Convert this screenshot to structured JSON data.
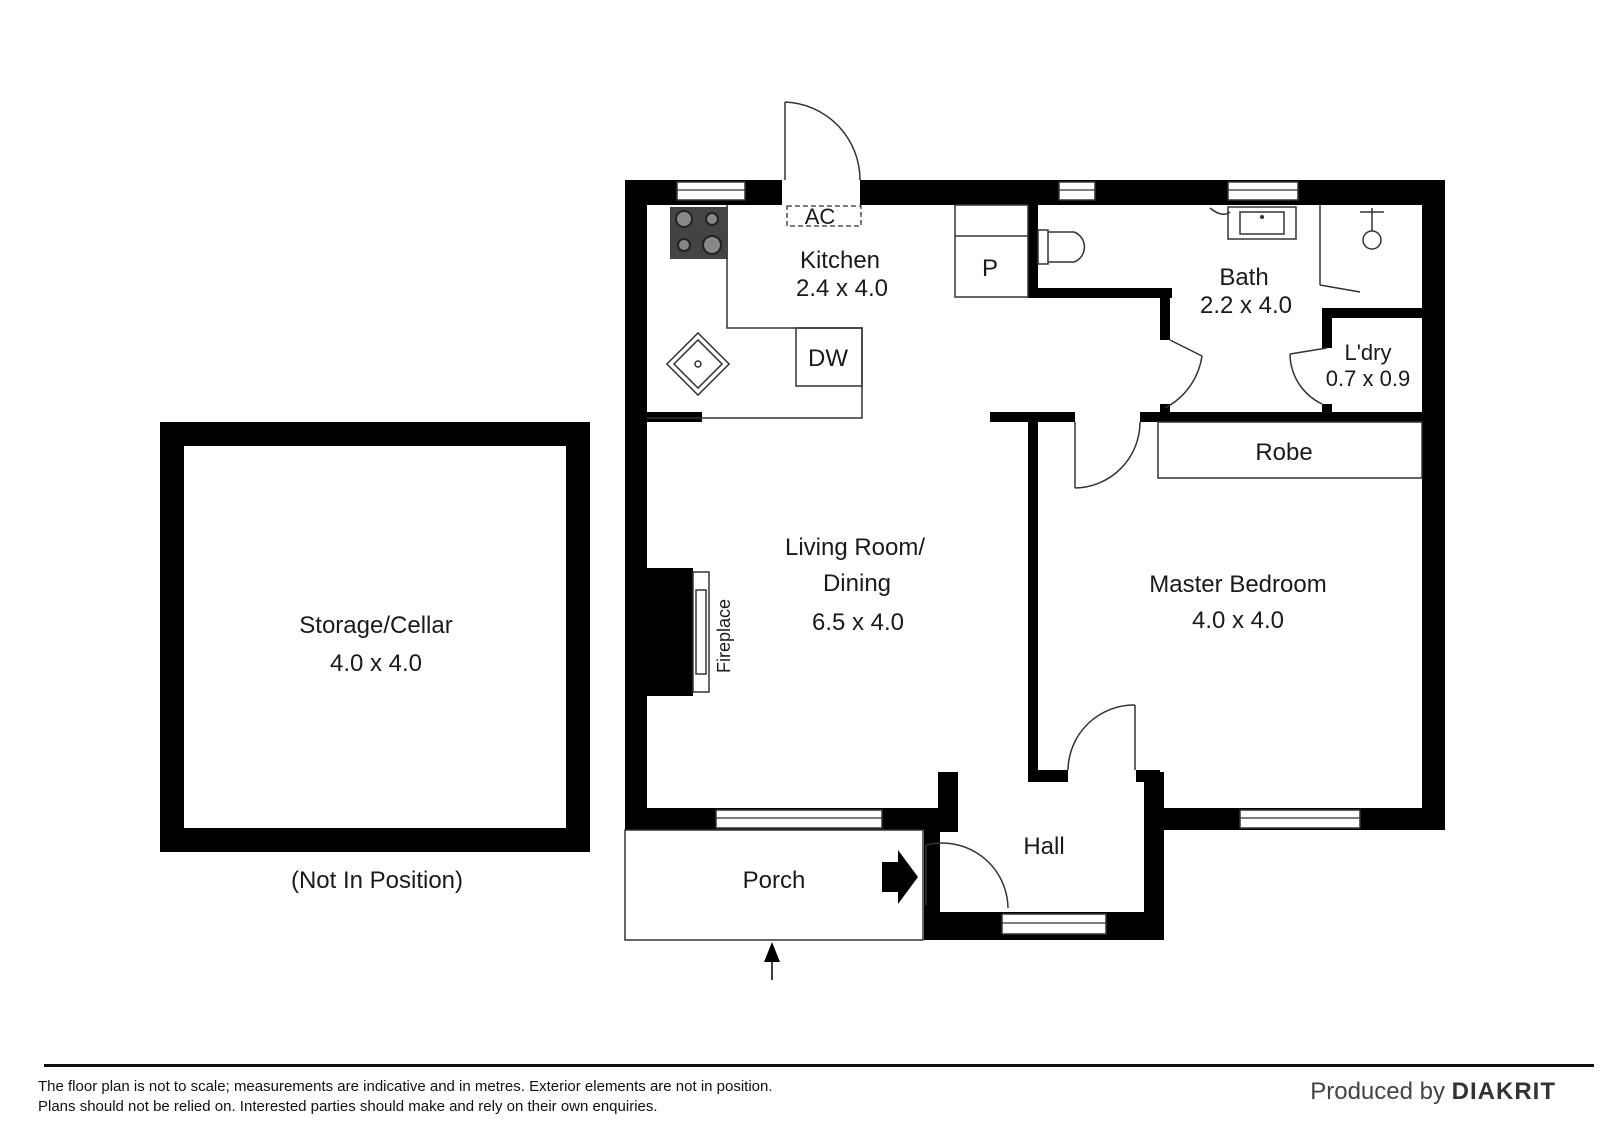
{
  "rooms": {
    "kitchen": {
      "name": "Kitchen",
      "size": "2.4 x 4.0"
    },
    "bath": {
      "name": "Bath",
      "size": "2.2 x 4.0"
    },
    "laundry": {
      "name": "L'dry",
      "size": "0.7 x 0.9"
    },
    "living": {
      "name_line1": "Living Room/",
      "name_line2": "Dining",
      "size": "6.5 x 4.0"
    },
    "master": {
      "name": "Master Bedroom",
      "size": "4.0 x 4.0"
    },
    "storage": {
      "name": "Storage/Cellar",
      "size": "4.0 x 4.0",
      "note": "(Not In Position)"
    },
    "robe": {
      "name": "Robe"
    },
    "hall": {
      "name": "Hall"
    },
    "porch": {
      "name": "Porch"
    }
  },
  "fixtures": {
    "ac": "AC",
    "pantry": "P",
    "dishwasher": "DW",
    "fireplace": "Fireplace"
  },
  "footer": {
    "disclaimer_line1": "The floor plan is not to scale; measurements are indicative and in metres. Exterior elements are not in position.",
    "disclaimer_line2": "Plans should not be relied on. Interested parties should make and rely on their own enquiries.",
    "produced_by": "Produced by",
    "brand": "DIAKRIT"
  }
}
